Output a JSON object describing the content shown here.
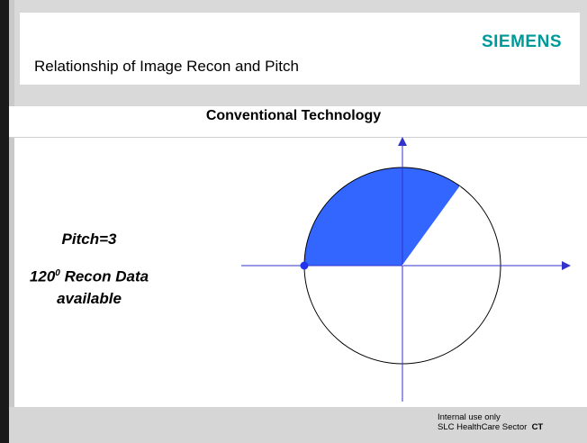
{
  "logo": "SIEMENS",
  "title": "Relationship of Image Recon and Pitch",
  "section_title": "Conventional Technology",
  "left_text": {
    "pitch": "Pitch=3",
    "recon_prefix": "120",
    "recon_superscript": "0",
    "recon_suffix": " Recon Data",
    "recon_line2": "available"
  },
  "footer": {
    "line1": "Internal use only",
    "line2_prefix": "SLC HealthCare Sector",
    "line2_bold": "CT"
  },
  "colors": {
    "logo": "#009999",
    "fill": "#3366ff",
    "axis": "#3333cc",
    "dot": "#2233ee"
  },
  "diagram": {
    "shaded_arc_degrees": 126
  }
}
